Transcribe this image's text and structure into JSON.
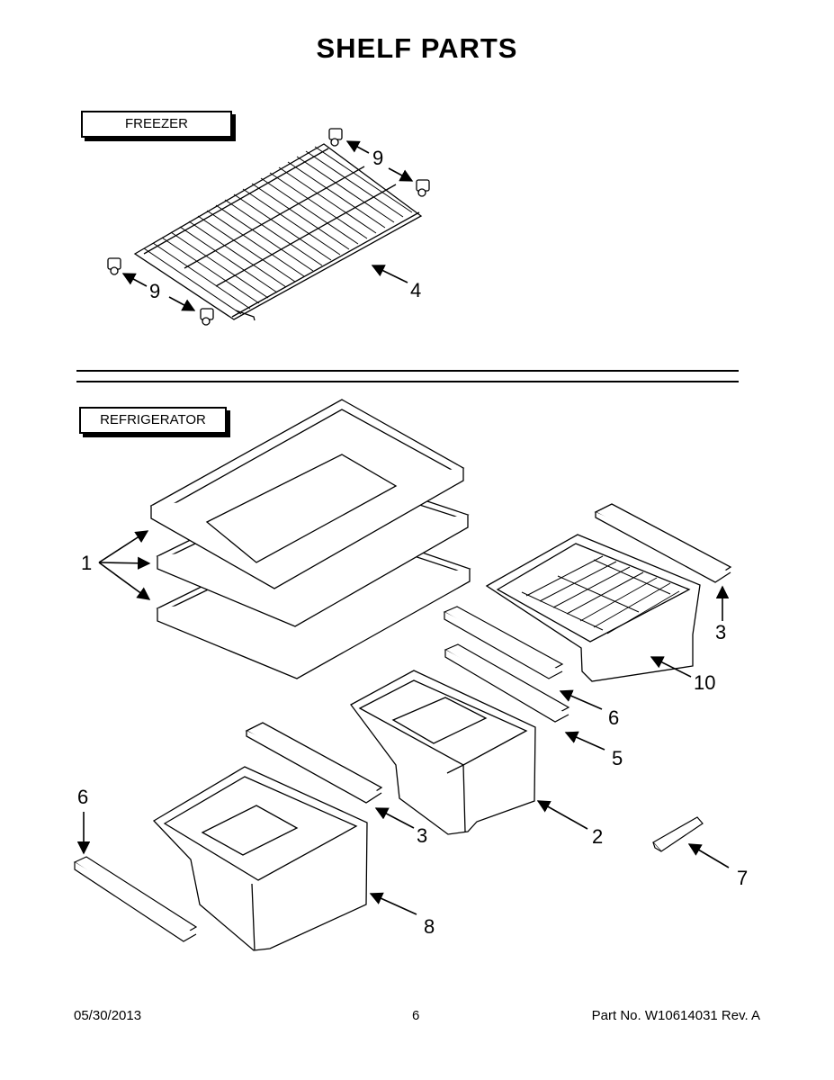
{
  "title": "SHELF PARTS",
  "sections": {
    "freezer": "FREEZER",
    "refrigerator": "REFRIGERATOR"
  },
  "callouts": {
    "c1": "1",
    "c2": "2",
    "c3a": "3",
    "c3b": "3",
    "c4": "4",
    "c5": "5",
    "c6a": "6",
    "c6b": "6",
    "c7": "7",
    "c8": "8",
    "c9a": "9",
    "c9b": "9",
    "c10": "10"
  },
  "footer": {
    "date": "05/30/2013",
    "page": "6",
    "part": "Part No.  W10614031  Rev.  A"
  }
}
